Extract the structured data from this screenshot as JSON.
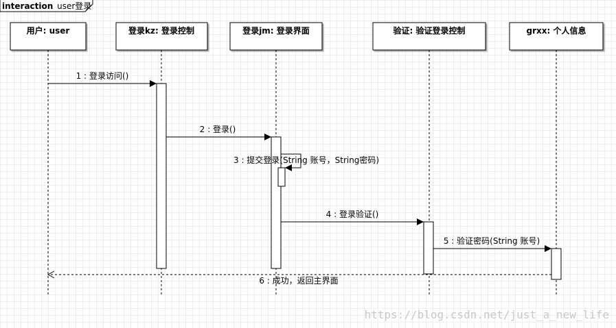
{
  "frame": {
    "keyword": "interaction",
    "name": "user登录"
  },
  "lifelines": [
    {
      "id": "user",
      "label": "用户: user"
    },
    {
      "id": "kz",
      "label": "登录kz: 登录控制"
    },
    {
      "id": "jm",
      "label": "登录jm: 登录界面"
    },
    {
      "id": "yz",
      "label": "验证: 验证登录控制"
    },
    {
      "id": "grxx",
      "label": "grxx: 个人信息"
    }
  ],
  "messages": [
    {
      "label": "1 : 登录访问()"
    },
    {
      "label": "2 : 登录()"
    },
    {
      "label": "3 : 提交登录(String 账号，String密码)"
    },
    {
      "label": "4 : 登录验证()"
    },
    {
      "label": "5 : 验证密码(String 账号)"
    },
    {
      "label": "6 : 成功，返回主界面"
    }
  ],
  "watermark": "https://blog.csdn.net/just_a_new_life",
  "colors": {
    "line": "#000000",
    "box_fill": "#ffffff",
    "watermark": "#c8c8c8"
  }
}
